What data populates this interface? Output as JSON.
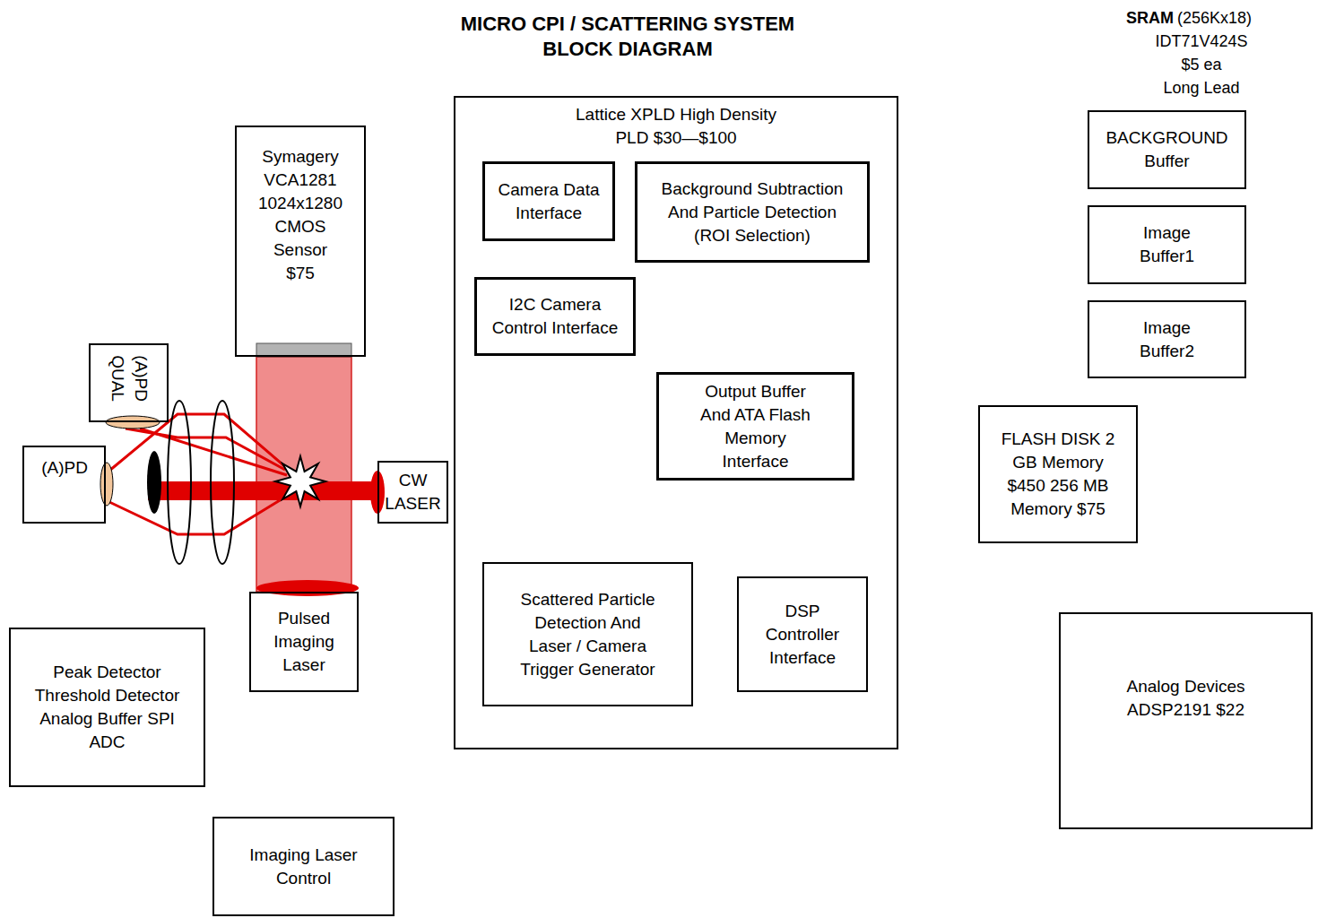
{
  "diagram": {
    "title": "MICRO CPI / SCATTERING SYSTEM BLOCK DIAGRAM",
    "nodes": [
      {
        "text": [
          "Lattice XPLD High Density PLD $30—$100"
        ]
      },
      {
        "text": [
          "Camera Data Interface"
        ],
        "in": 0
      },
      {
        "text": [
          "Background Subtraction And Particle Detection (ROI Selection)"
        ],
        "in": 0
      },
      {
        "text": [
          "I2C Camera Control Interface"
        ],
        "in": 0
      },
      {
        "text": [
          "Output Buffer And ATA Flash Memory Interface"
        ],
        "in": 0
      },
      {
        "text": [
          "Scattered Particle Detection And Laser / Camera Trigger Generator"
        ],
        "in": 0
      },
      {
        "text": [
          "DSP Controller Interface"
        ],
        "in": 0
      },
      {
        "text": [
          "Symagery VCA1281 1024x1280 CMOS Sensor $75"
        ]
      },
      {
        "text": [
          "(A)PD QUAL"
        ]
      },
      {
        "text": [
          "(A)PD"
        ]
      },
      {
        "text": [
          "CW LASER"
        ]
      },
      {
        "text": [
          "Pulsed Imaging Laser"
        ]
      },
      {
        "text": [
          "Peak Detector Threshold Detector Analog Buffer SPI ADC"
        ]
      },
      {
        "text": [
          "Imaging Laser Control"
        ]
      },
      {
        "text": [
          "BACKGROUND Buffer"
        ]
      },
      {
        "text": [
          "Image Buffer1"
        ]
      },
      {
        "text": [
          "Image Buffer2"
        ]
      },
      {
        "text": [
          "FLASH DISK 2 GB Memory $450 256 MB Memory $75"
        ]
      },
      {
        "text": [
          "Analog Devices ADSP2191 $22"
        ]
      }
    ],
    "edges": [
      {
        "from": 7,
        "to": 0,
        "arrow": "both"
      },
      {
        "from": 7,
        "to": 0,
        "arrow": "both"
      },
      {
        "from": 12,
        "to": 0,
        "arrow": "both"
      },
      {
        "from": 12,
        "to": 18,
        "arrow": "both"
      },
      {
        "from": 0,
        "to": 13,
        "arrow": "to"
      },
      {
        "from": 13,
        "to": 11,
        "arrow": "to"
      },
      {
        "from": 8,
        "to": 12,
        "arrow": "to"
      },
      {
        "from": 9,
        "to": 12,
        "arrow": "to"
      },
      {
        "from": 0,
        "to": 14,
        "arrow": "both"
      },
      {
        "from": 0,
        "to": 15,
        "arrow": "both"
      },
      {
        "from": 0,
        "to": 16,
        "arrow": "both"
      },
      {
        "from": 0,
        "to": 17,
        "arrow": "both"
      },
      {
        "from": 0,
        "to": 18,
        "arrow": "both"
      },
      {
        "from": 14,
        "to": 18,
        "arrow": "both"
      }
    ],
    "labels": [
      "SRAM",
      "(256Kx18)",
      "IDT71V424S",
      "$5 ea",
      "Long Lead"
    ]
  }
}
